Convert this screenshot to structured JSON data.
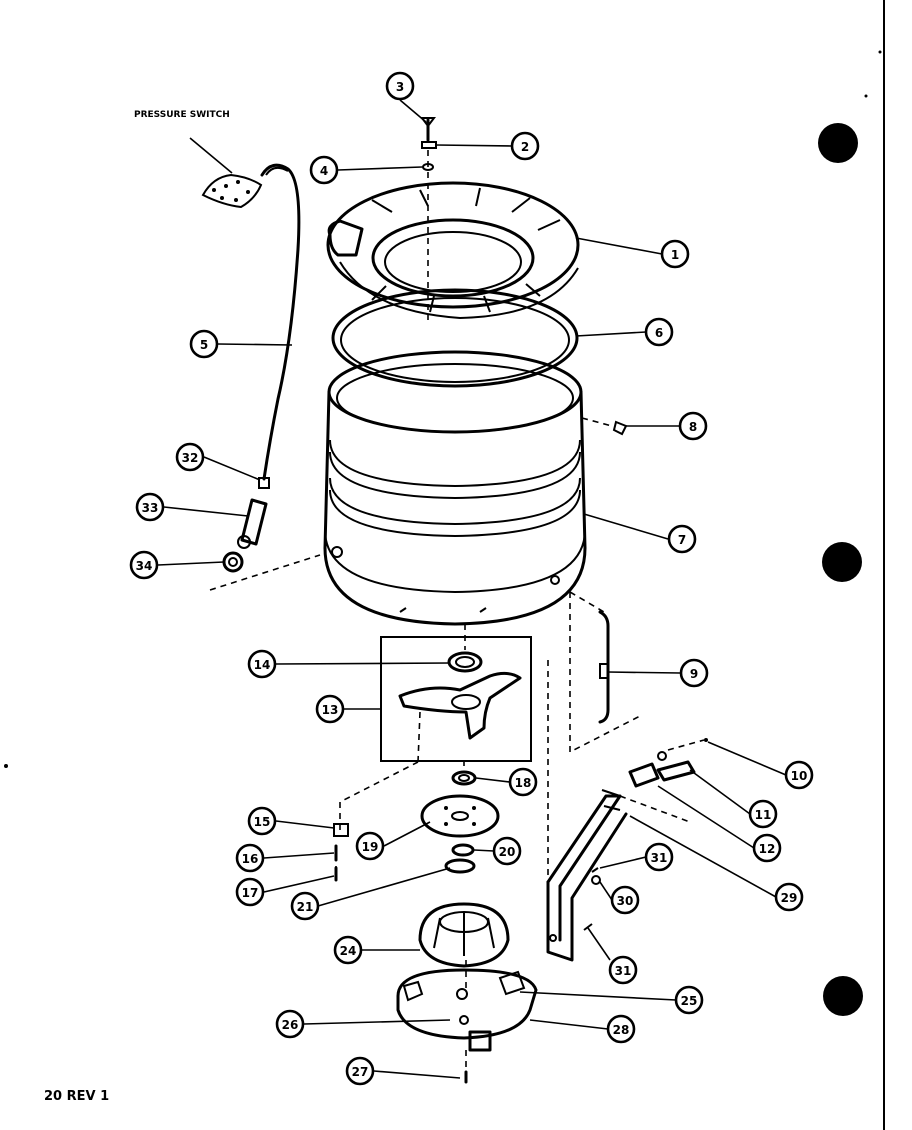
{
  "diagram": {
    "header_label": "PRESSURE SWITCH",
    "footer_label": "20 REV 1",
    "callouts": [
      {
        "id": "c1",
        "label": "1"
      },
      {
        "id": "c2",
        "label": "2"
      },
      {
        "id": "c3",
        "label": "3"
      },
      {
        "id": "c4",
        "label": "4"
      },
      {
        "id": "c5",
        "label": "5"
      },
      {
        "id": "c6",
        "label": "6"
      },
      {
        "id": "c7",
        "label": "7"
      },
      {
        "id": "c8",
        "label": "8"
      },
      {
        "id": "c9",
        "label": "9"
      },
      {
        "id": "c10",
        "label": "10"
      },
      {
        "id": "c11",
        "label": "11"
      },
      {
        "id": "c12",
        "label": "12"
      },
      {
        "id": "c13",
        "label": "13"
      },
      {
        "id": "c14",
        "label": "14"
      },
      {
        "id": "c15",
        "label": "15"
      },
      {
        "id": "c16",
        "label": "16"
      },
      {
        "id": "c17",
        "label": "17"
      },
      {
        "id": "c18",
        "label": "18"
      },
      {
        "id": "c19",
        "label": "19"
      },
      {
        "id": "c20",
        "label": "20"
      },
      {
        "id": "c21",
        "label": "21"
      },
      {
        "id": "c24",
        "label": "24"
      },
      {
        "id": "c25",
        "label": "25"
      },
      {
        "id": "c26",
        "label": "26"
      },
      {
        "id": "c27",
        "label": "27"
      },
      {
        "id": "c28",
        "label": "28"
      },
      {
        "id": "c29",
        "label": "29"
      },
      {
        "id": "c30",
        "label": "30"
      },
      {
        "id": "c31a",
        "label": "31"
      },
      {
        "id": "c31b",
        "label": "31"
      },
      {
        "id": "c32",
        "label": "32"
      },
      {
        "id": "c33",
        "label": "33"
      },
      {
        "id": "c34",
        "label": "34"
      }
    ]
  }
}
